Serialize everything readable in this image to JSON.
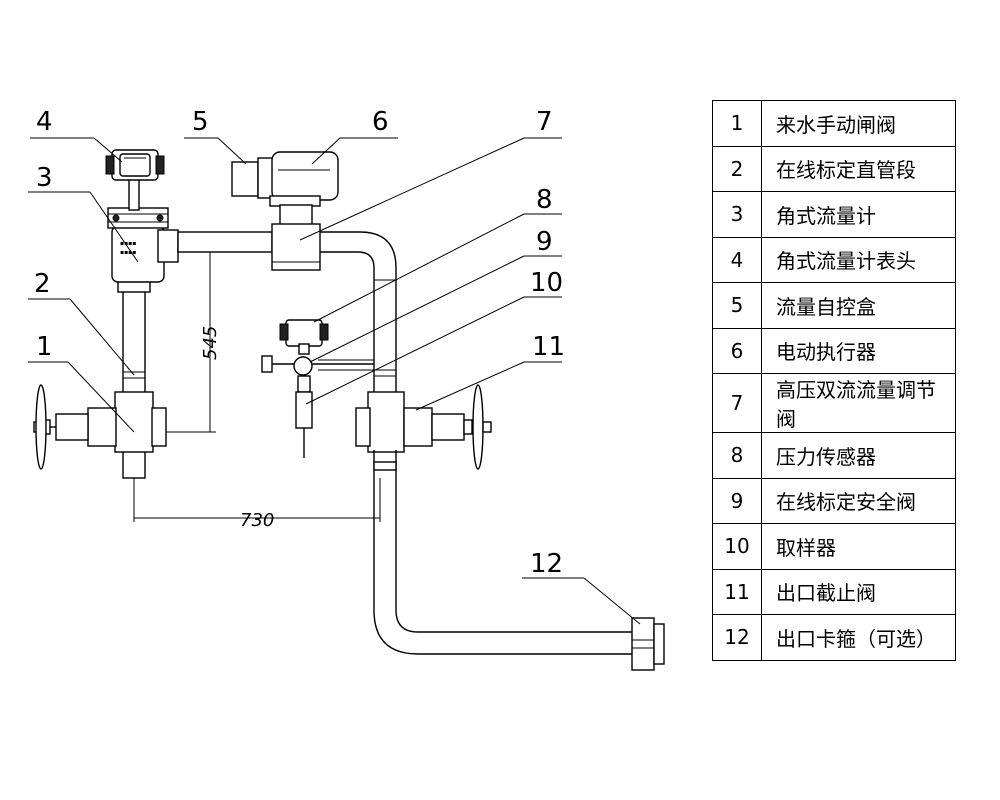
{
  "callouts": [
    "1",
    "2",
    "3",
    "4",
    "5",
    "6",
    "7",
    "8",
    "9",
    "10",
    "11",
    "12"
  ],
  "dimensions": {
    "vertical": "545",
    "horizontal": "730"
  },
  "legend": [
    {
      "no": "1",
      "name": "来水手动闸阀"
    },
    {
      "no": "2",
      "name": "在线标定直管段"
    },
    {
      "no": "3",
      "name": "角式流量计"
    },
    {
      "no": "4",
      "name": "角式流量计表头"
    },
    {
      "no": "5",
      "name": "流量自控盒"
    },
    {
      "no": "6",
      "name": "电动执行器"
    },
    {
      "no": "7",
      "name": "高压双流流量调节阀"
    },
    {
      "no": "8",
      "name": "压力传感器"
    },
    {
      "no": "9",
      "name": "在线标定安全阀"
    },
    {
      "no": "10",
      "name": "取样器"
    },
    {
      "no": "11",
      "name": "出口截止阀"
    },
    {
      "no": "12",
      "name": "出口卡箍（可选）"
    }
  ]
}
